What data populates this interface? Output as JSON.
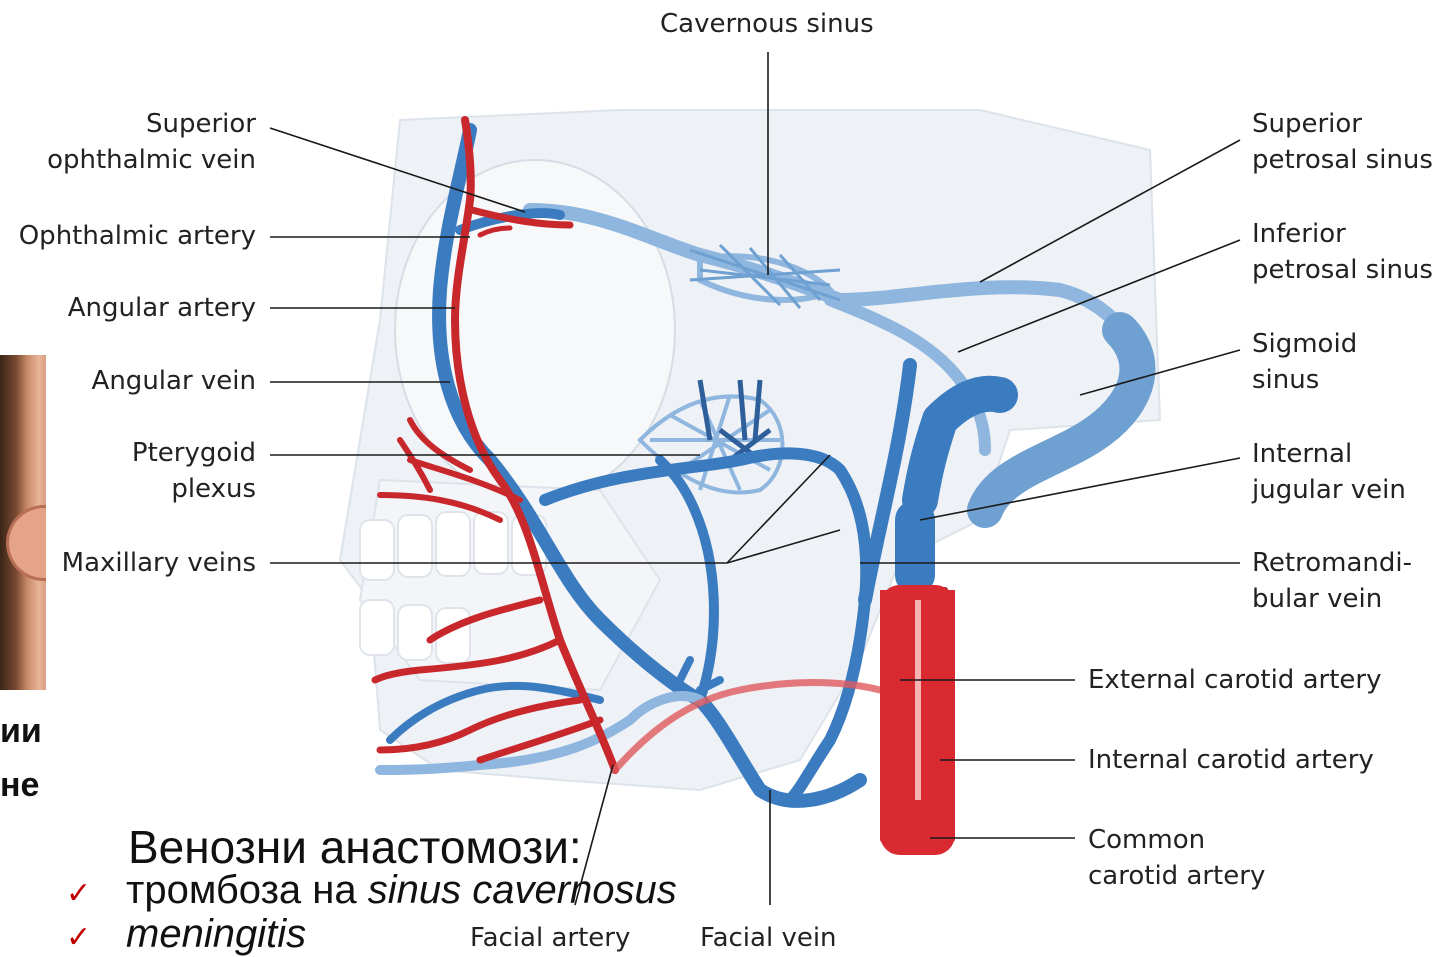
{
  "labels": {
    "cavernous_sinus": "Cavernous sinus",
    "superior_ophthalmic_vein": [
      "Superior",
      "ophthalmic vein"
    ],
    "ophthalmic_artery": "Ophthalmic artery",
    "angular_artery": "Angular artery",
    "angular_vein": "Angular vein",
    "pterygoid_plexus": [
      "Pterygoid",
      "plexus"
    ],
    "maxillary_veins": "Maxillary veins",
    "superior_petrosal_sinus": [
      "Superior",
      "petrosal sinus"
    ],
    "inferior_petrosal_sinus": [
      "Inferior",
      "petrosal sinus"
    ],
    "sigmoid_sinus": [
      "Sigmoid",
      "sinus"
    ],
    "internal_jugular_vein": [
      "Internal",
      "jugular vein"
    ],
    "retromandibular_vein": [
      "Retromandi-",
      "bular vein"
    ],
    "external_carotid_artery": "External carotid artery",
    "internal_carotid_artery": "Internal carotid artery",
    "common_carotid_artery": [
      "Common",
      "carotid artery"
    ],
    "facial_artery": "Facial artery",
    "facial_vein": "Facial vein"
  },
  "slide": {
    "partial_line_1": "ии",
    "partial_line_2": "не",
    "heading": "Венозни анастомози:",
    "bullets": [
      {
        "prefix": "тромбоза на ",
        "italic": "sinus cavernosus"
      },
      {
        "prefix": "",
        "italic": "meningitis"
      }
    ],
    "check_mark": "✓"
  },
  "colors": {
    "vein": "#3b7cc0",
    "vein_light": "#8fb6de",
    "artery": "#c8282c",
    "skull": "#eef1f5",
    "leader": "#1a1a1a"
  }
}
